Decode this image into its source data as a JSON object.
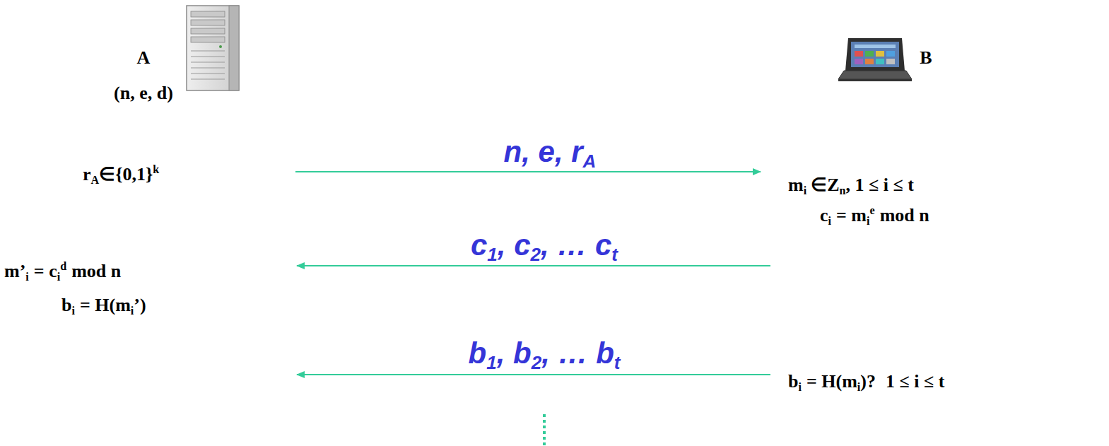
{
  "diagram": {
    "labels": [
      "A",
      "B",
      "(n, e, d)",
      "n, e, r",
      "A",
      "r",
      "A",
      "∈{0,1}",
      "k",
      "m",
      "i",
      "∈Z",
      "n",
      ", 1 ≤ i ≤ t",
      "c",
      "i",
      "= m",
      "i",
      "e",
      "mod n",
      "c",
      "1",
      ", c",
      "2",
      ", … c",
      "t",
      "m’",
      "i",
      "= c",
      "i",
      "d",
      "mod n",
      "b",
      "i",
      "= H(m",
      "i",
      "’)",
      "b",
      "1",
      ", b",
      "2",
      ", … b",
      "t",
      "b",
      "i",
      "= H(m",
      "i",
      ")?",
      "1 ≤ i ≤ t"
    ]
  }
}
